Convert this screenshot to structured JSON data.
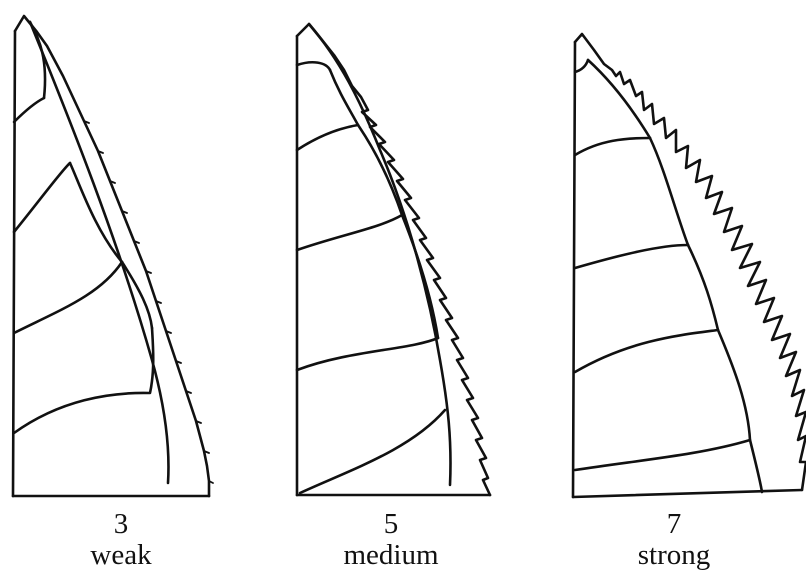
{
  "panels": [
    {
      "note": "3",
      "label": "weak"
    },
    {
      "note": "5",
      "label": "medium"
    },
    {
      "note": "7",
      "label": "strong"
    }
  ],
  "colors": {
    "line": "#111111",
    "background": "#ffffff"
  }
}
